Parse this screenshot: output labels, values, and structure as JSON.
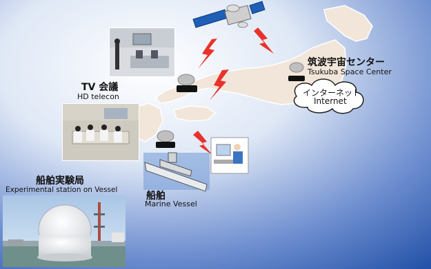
{
  "labels": {
    "tsukuba_jp": "筑波宇宙センター",
    "tsukuba_en": "Tsukuba Space Center",
    "internet_jp": "インターネット",
    "internet_en": "Internet",
    "tv_jp": "TV 会議",
    "tv_en": "HD telecon",
    "vessel_station_jp": "船舶実験局",
    "vessel_station_en": "Experimental station on Vessel",
    "marine_jp": "船舶",
    "marine_en": "Marine Vessel"
  },
  "colors": {
    "background_top": "#ffffff",
    "background_bottom": "#1f4fa6",
    "link_red": "#e8322b",
    "japan_land": "#f1e6d9",
    "terminal_gray": "#bfbfbf"
  },
  "icons": {
    "satellite": "satellite-icon",
    "cloud": "cloud-icon",
    "link": "lightning-link-icon",
    "dish": "antenna-dish-icon"
  }
}
